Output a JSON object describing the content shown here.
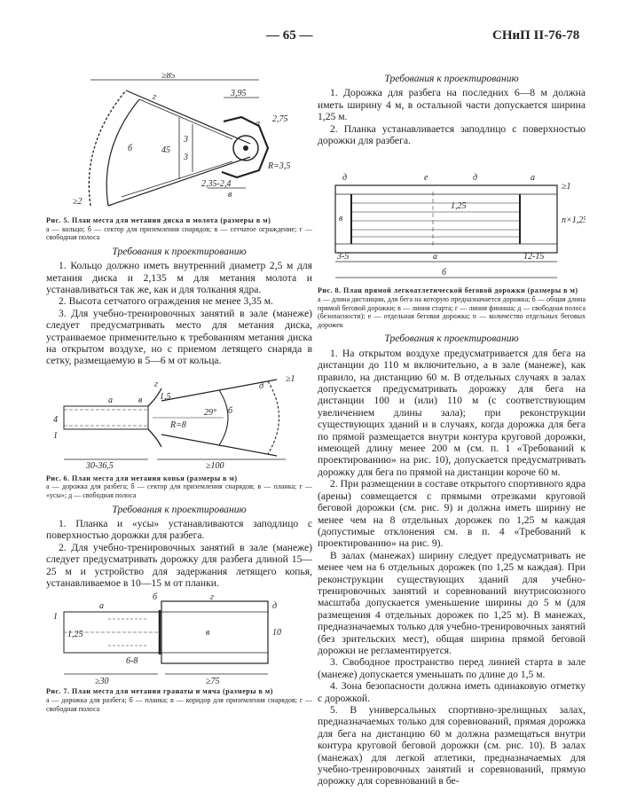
{
  "header": {
    "page_number": "— 65 —",
    "code": "СНиП II-76-78"
  },
  "fig5": {
    "labels": [
      "≥85",
      "а",
      "б",
      "в",
      "г",
      "3,95",
      "2,75",
      "3",
      "3",
      "45",
      "R=3,5",
      "2,35-2,4",
      "≥2"
    ],
    "caption_title": "Рис. 5. План места для метания диска и молота (размеры в м)",
    "caption_text": "а — кольцо; б — сектор для приземления снарядов; в — сетчатое ограждение; г — свободная полоса"
  },
  "sec1": {
    "title": "Требования к проектированию",
    "paras": [
      "1. Кольцо должно иметь внутренний диаметр 2,5 м для метания диска и 2,135 м для метания молота и устанавливаться так же, как и для толкания ядра.",
      "2. Высота сетчатого ограждения не менее 3,35 м.",
      "3. Для учебно-тренировочных занятий в зале (манеже) следует предусматривать место для метания диска, устраиваемое применительно к требованиям метания диска на открытом воздухе, но с приемом летящего снаряда в сетку, размещаемую в 5—6 м от кольца."
    ]
  },
  "fig6": {
    "labels": [
      "а",
      "б",
      "в",
      "г",
      "д",
      "1,5",
      "≥1",
      "4",
      "R=8",
      "29°",
      "30-36,5",
      "≥100",
      "1"
    ],
    "caption_title": "Рис. 6. План места для метания копья (размеры в м)",
    "caption_text": "а — дорожка для разбега; б — сектор для приземления снарядов; в — планка; г — «усы»; д — свободная полоса"
  },
  "sec2": {
    "title": "Требования к проектированию",
    "paras": [
      "1. Планка и «усы» устанавливаются заподлицо с поверхностью дорожки для разбега.",
      "2. Для учебно-тренировочных занятий в зале (манеже) следует предусматривать дорожку для разбега длиной 15—25 м и устройство для задержания летящего копья, устанавливаемое в 10—15 м от планки."
    ]
  },
  "fig7": {
    "labels": [
      "а",
      "б",
      "в",
      "г",
      "1",
      "1,25",
      "10",
      "6-8",
      "≥30",
      "≥75",
      "д"
    ],
    "caption_title": "Рис. 7. План места для метания гранаты и мяча (размеры в м)",
    "caption_text": "а — дорожка для разбега; б — планка; в — коридор для приземления снарядов; г — свободная полоса"
  },
  "sec3": {
    "title": "Требования к проектированию",
    "paras": [
      "1. Дорожка для разбега на последних 6—8 м должна иметь ширину 4 м, в остальной части допускается ширина 1,25 м.",
      "2. Планка устанавливается заподлицо с поверхностью дорожки для разбега."
    ]
  },
  "fig8": {
    "labels": [
      "д",
      "е",
      "д",
      "а",
      "≥1",
      "1,25",
      "n×1,25",
      "в",
      "3-5",
      "а",
      "12-15",
      "б"
    ],
    "caption_title": "Рис. 8. План прямой легкоатлетической беговой дорожки (размеры в м)",
    "caption_text": "а — длина дистанции, для бега на которую предназначается дорожка; б — общая длина прямой беговой дорожки; в — линия старта; г — линия финиша; д — свободная полоса (безопасности); е — отдельная беговая дорожка; n — количество отдельных беговых дорожек"
  },
  "sec4": {
    "title": "Требования к проектированию",
    "paras": [
      "1. На открытом воздухе предусматривается для бега на дистанции до 110 м включительно, а в зале (манеже), как правило, на дистанцию 60 м. В отдельных случаях в залах допускается предусматривать дорожку для бега на дистанции 100 и (или) 110 м (с соответствующим увеличением длины зала); при реконструкции существующих зданий и в случаях, когда дорожка для бега по прямой размещается внутри контура круговой дорожки, имеющей длину менее 200 м (см. п. 1 «Требований к проектированию» на рис. 10), допускается предусматривать дорожку для бега по прямой на дистанции короче 60 м.",
      "2. При размещении в составе открытого спортивного ядра (арены) совмещается с прямыми отрезками круговой беговой дорожки (см. рис. 9) и должна иметь ширину не менее чем на 8 отдельных дорожек по 1,25 м каждая (допустимые отклонения см. в п. 4 «Требований к проектированию» на рис. 9).",
      "В залах (манежах) ширину следует предусматривать не менее чем на 6 отдельных дорожек (по 1,25 м каждая). При реконструкции существующих зданий для учебно-тренировочных занятий и соревнований внутрисоюзного масштаба допускается уменьшение ширины до 5 м (для размещения 4 отдельных дорожек по 1,25 м). В манежах, предназначаемых только для учебно-тренировочных занятий (без зрительских мест), общая ширина прямой беговой дорожки не регламентируется.",
      "3. Свободное пространство перед линией старта в зале (манеже) допускается уменьшать по длине до 1,5 м.",
      "4. Зона безопасности должна иметь одинаковую отметку с дорожкой.",
      "5. В универсальных спортивно-зрелищных залах, предназначаемых только для соревнований, прямая дорожка для бега на дистанцию 60 м должна размещаться внутри контура круговой беговой дорожки (см. рис. 10). В залах (манежах) для легкой атлетики, предназначаемых для учебно-тренировочных занятий и соревнований, прямую дорожку для соревнований в бе-"
    ]
  }
}
